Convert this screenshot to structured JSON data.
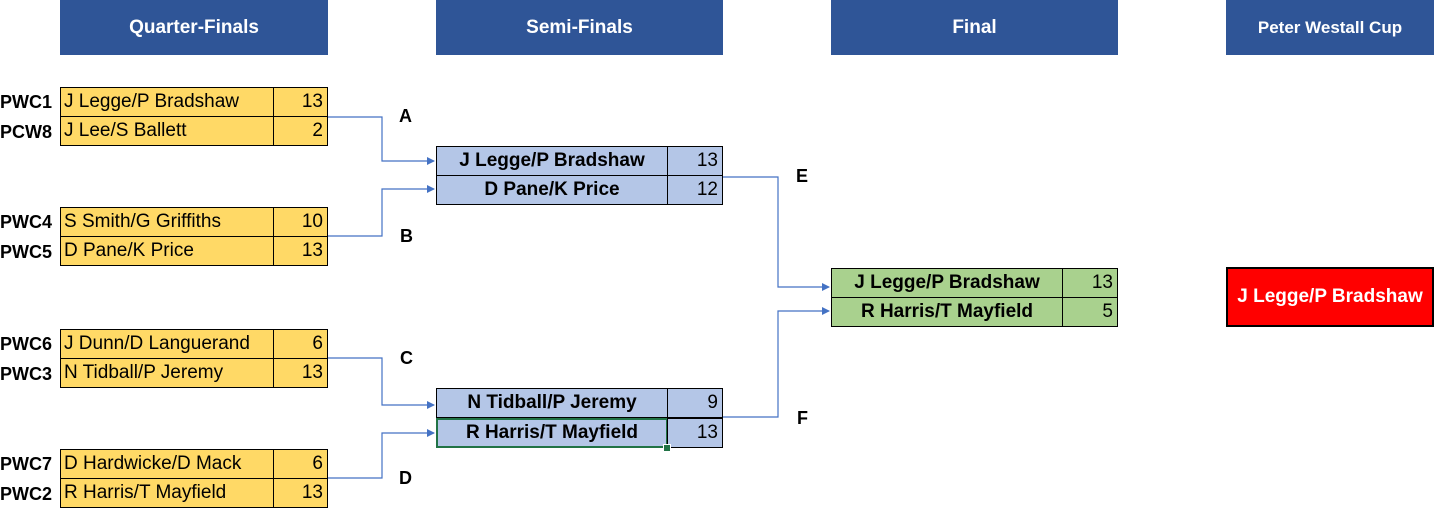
{
  "headers": {
    "qf": "Quarter-Finals",
    "sf": "Semi-Finals",
    "final": "Final",
    "cup": "Peter Westall Cup"
  },
  "quarter_finals": [
    {
      "seed": "PWC1",
      "team": "J Legge/P Bradshaw",
      "score": "13"
    },
    {
      "seed": "PCW8",
      "team": "J Lee/S Ballett",
      "score": "2"
    },
    {
      "seed": "PWC4",
      "team": "S Smith/G Griffiths",
      "score": "10"
    },
    {
      "seed": "PWC5",
      "team": "D Pane/K Price",
      "score": "13"
    },
    {
      "seed": "PWC6",
      "team": "J Dunn/D Languerand",
      "score": "6"
    },
    {
      "seed": "PWC3",
      "team": "N Tidball/P Jeremy",
      "score": "13"
    },
    {
      "seed": "PWC7",
      "team": "D Hardwicke/D Mack",
      "score": "6"
    },
    {
      "seed": "PWC2",
      "team": "R Harris/T Mayfield",
      "score": "13"
    }
  ],
  "semi_finals": [
    {
      "team": "J Legge/P Bradshaw",
      "score": "13"
    },
    {
      "team": "D Pane/K Price",
      "score": "12"
    },
    {
      "team": "N Tidball/P Jeremy",
      "score": "9"
    },
    {
      "team": "R Harris/T Mayfield",
      "score": "13"
    }
  ],
  "final": [
    {
      "team": "J Legge/P Bradshaw",
      "score": "13"
    },
    {
      "team": "R Harris/T Mayfield",
      "score": "5"
    }
  ],
  "match_letters": [
    "A",
    "B",
    "C",
    "D",
    "E",
    "F"
  ],
  "winner": "J Legge/P Bradshaw",
  "colors": {
    "header": "#2f5597",
    "quarter_final": "#ffd966",
    "semi_final": "#b4c6e7",
    "final": "#a9d18e",
    "winner": "#ff0000",
    "connector": "#4472c4"
  }
}
